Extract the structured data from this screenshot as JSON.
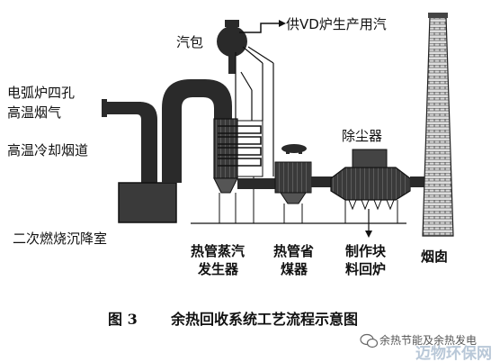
{
  "diagram": {
    "labels": {
      "steam_supply": "供VD炉生产用汽",
      "steam_drum": "汽包",
      "arc_furnace_line1": "电弧炉四孔",
      "arc_furnace_line2": "高温烟气",
      "cooling_flue": "高温冷却烟道",
      "dust_collector": "除尘器",
      "settling_chamber": "二次燃烧沉降室",
      "heat_pipe_gen_line1": "热管蒸汽",
      "heat_pipe_gen_line2": "发生器",
      "economizer_line1": "热管省",
      "economizer_line2": "煤器",
      "block_line1": "制作块",
      "block_line2": "料回炉",
      "chimney": "烟囱"
    },
    "caption": {
      "number": "图 3",
      "title": "余热回收系统工艺流程示意图"
    },
    "watermark": {
      "account": "余热节能及余热发电",
      "site": "迈物环保网"
    }
  }
}
